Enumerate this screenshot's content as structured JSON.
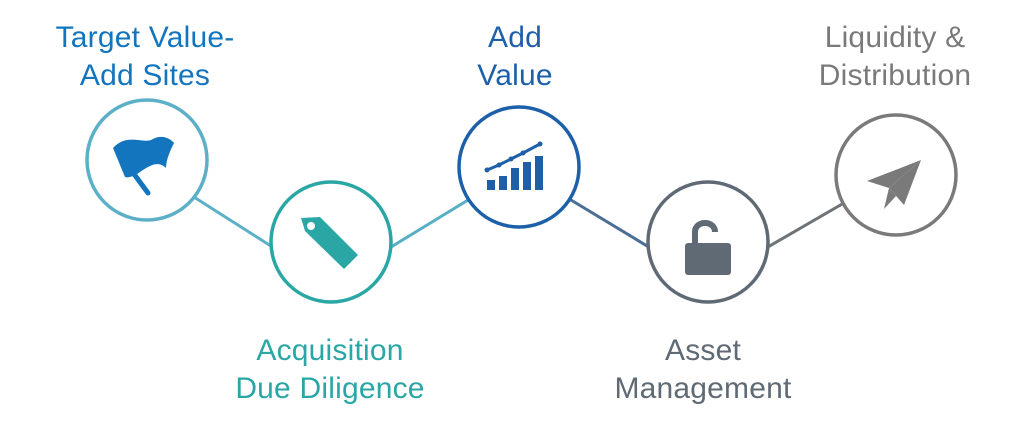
{
  "steps": [
    {
      "key": "target",
      "label_lines": [
        "Target Value-",
        "Add Sites"
      ],
      "color": "#1275BD",
      "ring_color": "#5BB0C8",
      "icon": "flag-icon"
    },
    {
      "key": "acquisition",
      "label_lines": [
        "Acquisition",
        "Due Diligence"
      ],
      "color": "#2AA7A5",
      "ring_color": "#2AA7A5",
      "icon": "price-tag-icon"
    },
    {
      "key": "add_value",
      "label_lines": [
        "Add",
        "Value"
      ],
      "color": "#1D5FA8",
      "ring_color": "#1D5FA8",
      "icon": "growth-chart-icon"
    },
    {
      "key": "asset_management",
      "label_lines": [
        "Asset",
        "Management"
      ],
      "color": "#5F6A75",
      "ring_color": "#5F6A75",
      "icon": "unlocked-padlock-icon"
    },
    {
      "key": "liquidity",
      "label_lines": [
        "Liquidity &",
        "Distribution"
      ],
      "color": "#7A7A7A",
      "ring_color": "#7A7A7A",
      "icon": "paper-plane-icon"
    }
  ],
  "connectors": [
    {
      "from": "target",
      "to": "acquisition",
      "color": "#5BB0C8"
    },
    {
      "from": "acquisition",
      "to": "add_value",
      "color": "#56AFC4"
    },
    {
      "from": "add_value",
      "to": "asset_management",
      "color": "#4A6E96"
    },
    {
      "from": "asset_management",
      "to": "liquidity",
      "color": "#6E7378"
    }
  ]
}
